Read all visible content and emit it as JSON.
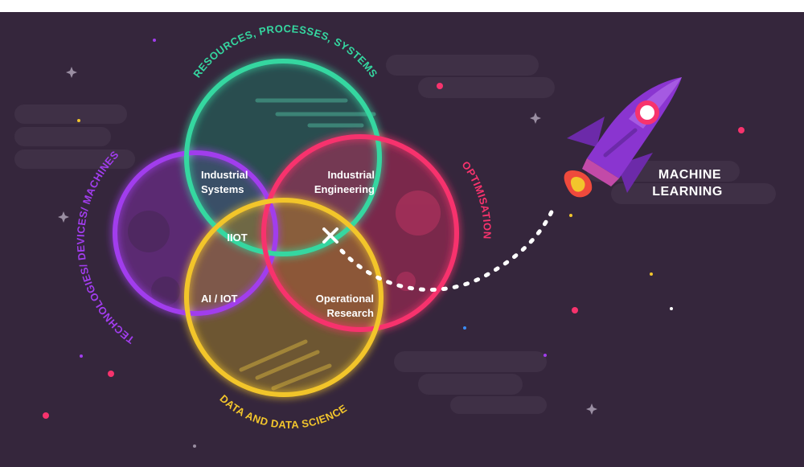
{
  "diagram": {
    "arc_labels": {
      "resources": "RESOURCES, PROCESSES, SYSTEMS",
      "technologies": "TECHNOLOGIES/ DEVICES/ MACHINES",
      "optimisation": "OPTIMISATION",
      "data": "DATA AND DATA SCIENCE"
    },
    "regions": {
      "industrial_systems": [
        "Industrial",
        "Systems"
      ],
      "industrial_engineering": [
        "Industrial",
        "Engineering"
      ],
      "iiot": "IIOT",
      "ai_iot": "AI / IOT",
      "operational_research": [
        "Operational",
        "Research"
      ]
    },
    "machine_learning": [
      "MACHINE",
      "LEARNING"
    ],
    "colors": {
      "background": "#35263c",
      "green": "#35d7a0",
      "purple": "#a13ded",
      "pink": "#f7336d",
      "yellow": "#f2c52c",
      "rocket": "#8a35d0",
      "flame": "#ef4a3c"
    },
    "icons": [
      "x-mark-icon",
      "rocket-icon",
      "star-icon",
      "moon-icon"
    ]
  }
}
